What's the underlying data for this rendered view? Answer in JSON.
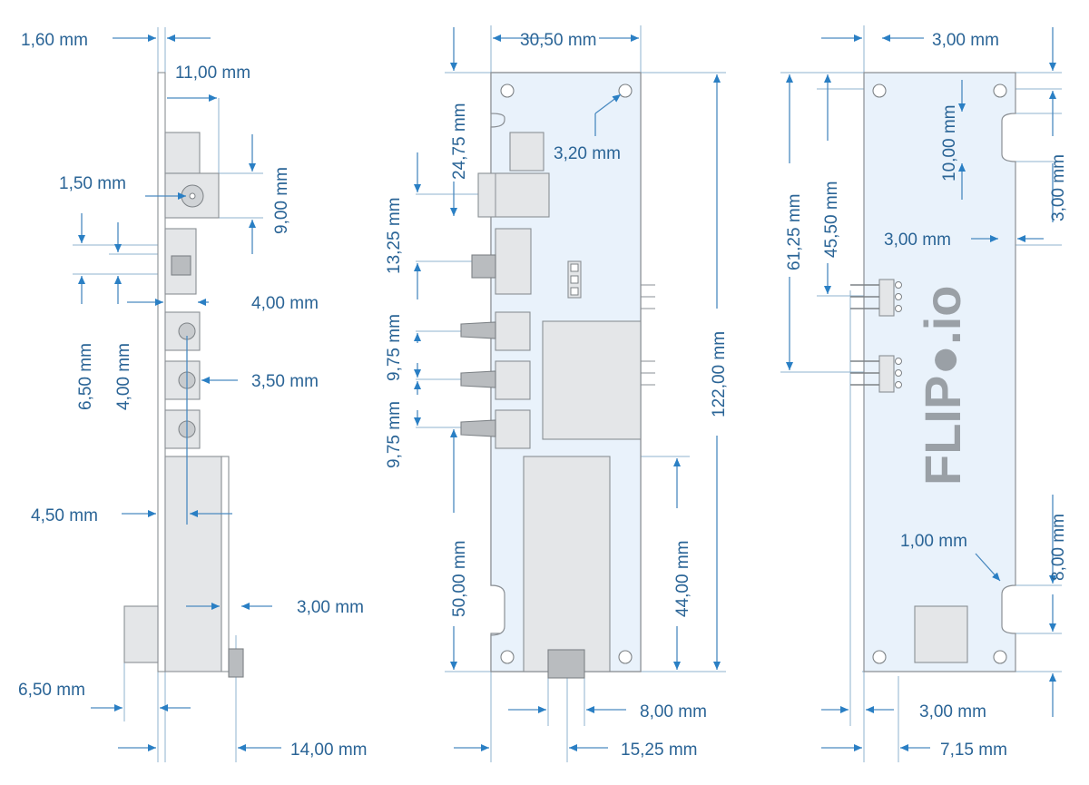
{
  "views": {
    "side": {
      "dims": {
        "d1": "1,60 mm",
        "d2": "11,00 mm",
        "d3": "1,50 mm",
        "d4": "9,00 mm",
        "d5": "4,00 mm",
        "d6": "6,50 mm",
        "d7": "4,00 mm",
        "d8": "3,50 mm",
        "d9": "4,50 mm",
        "d10": "3,00 mm",
        "d11": "6,50 mm",
        "d12": "14,00 mm"
      }
    },
    "front": {
      "dims": {
        "d1": "30,50 mm",
        "d2": "24,75 mm",
        "d3": "3,20 mm",
        "d4": "13,25 mm",
        "d5": "9,75 mm",
        "d6": "9,75 mm",
        "d7": "122,00 mm",
        "d8": "50,00 mm",
        "d9": "44,00 mm",
        "d10": "8,00 mm",
        "d11": "15,25 mm"
      }
    },
    "back": {
      "dims": {
        "d1": "3,00 mm",
        "d2": "61,25 mm",
        "d3": "45,50 mm",
        "d4": "10,00 mm",
        "d5": "3,00 mm",
        "d6": "3,00 mm",
        "d7": "1,00 mm",
        "d8": "8,00 mm",
        "d9": "3,00 mm",
        "d10": "7,15 mm"
      },
      "logo": "FLIP●.io"
    }
  }
}
